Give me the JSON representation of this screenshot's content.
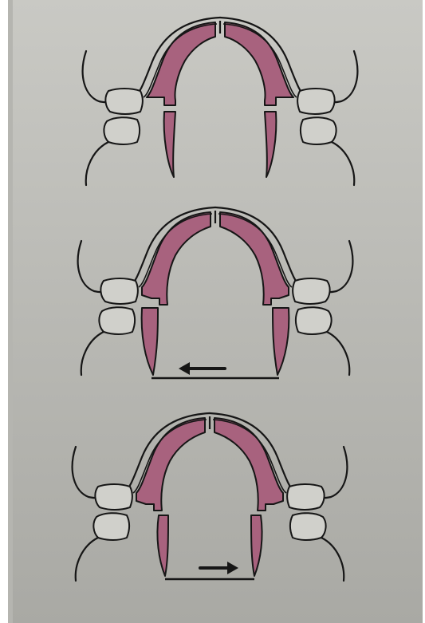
{
  "figure": {
    "colors": {
      "page": "#ffffff",
      "paper": "#c9c9c4",
      "paper_dark": "#a9a9a4",
      "tooth_fill": "#d0d0cb",
      "ink": "#161616",
      "prosthesis": "#a8627e"
    },
    "panels": [
      {
        "id": "top",
        "arrow": "none"
      },
      {
        "id": "middle",
        "arrow": "left"
      },
      {
        "id": "bottom",
        "arrow": "right"
      }
    ]
  }
}
